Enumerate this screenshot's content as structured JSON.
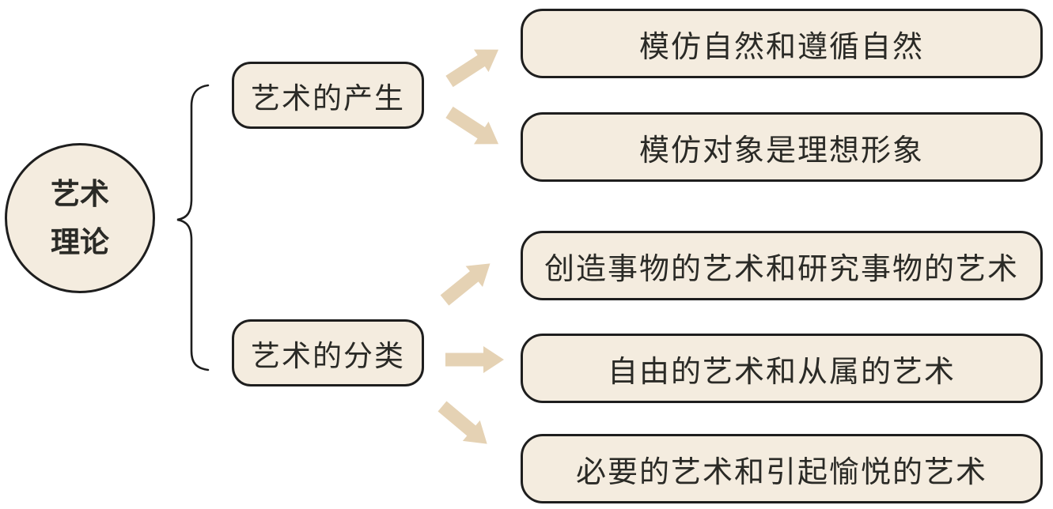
{
  "palette": {
    "background": "#ffffff",
    "node_fill": "#f4ecdf",
    "node_border": "#1e1e1e",
    "arrow_fill": "#e5d2b4",
    "text_color": "#2a2a26"
  },
  "diagram": {
    "root": {
      "label_line1": "艺术",
      "label_line2": "理论"
    },
    "branches": [
      {
        "label": "艺术的产生",
        "children": [
          "模仿自然和遵循自然",
          "模仿对象是理想形象"
        ]
      },
      {
        "label": "艺术的分类",
        "children": [
          "创造事物的艺术和研究事物的艺术",
          "自由的艺术和从属的艺术",
          "必要的艺术和引起愉悦的艺术"
        ]
      }
    ]
  }
}
